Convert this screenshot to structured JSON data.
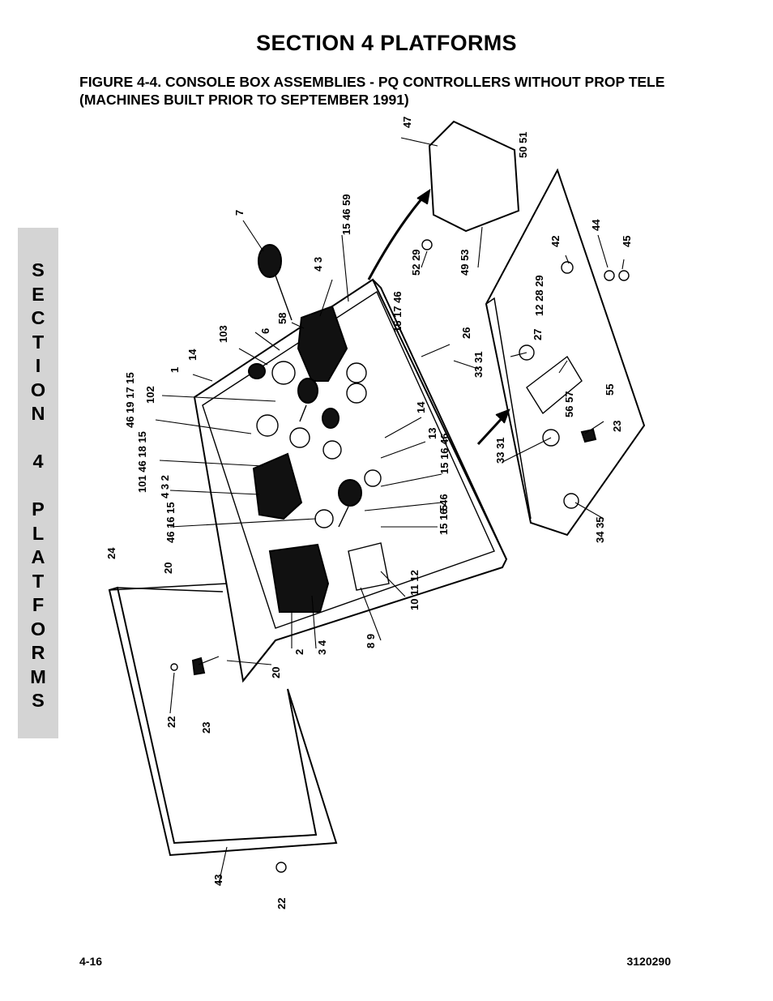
{
  "header": {
    "section_title": "SECTION 4  PLATFORMS",
    "figure_caption": "FIGURE 4-4.    CONSOLE BOX ASSEMBLIES - PQ CONTROLLERS WITHOUT PROP TELE (MACHINES BUILT PRIOR TO SEPTEMBER 1991)"
  },
  "side_tab": {
    "text": "S\nE\nC\nT\nI\nO\nN\n\n4\n\nP\nL\nA\nT\nF\nO\nR\nM\nS"
  },
  "drawing": {
    "callouts": [
      "47",
      "50 51",
      "15 46 59",
      "7",
      "4 3",
      "52 29",
      "49 53",
      "42",
      "44",
      "45",
      "58",
      "6",
      "103",
      "14",
      "1",
      "15 17 46",
      "26",
      "12 28 29",
      "27",
      "33 31",
      "55",
      "56 57",
      "102",
      "46 19 17 15",
      "14",
      "13",
      "23",
      "101 46 18 15",
      "4 3 2",
      "15 16 46",
      "5",
      "33 31",
      "46 16 15",
      "15 16 46",
      "34 35",
      "24",
      "20",
      "10 11 12",
      "8 9",
      "2",
      "3 4",
      "20",
      "22",
      "23",
      "43",
      "22"
    ]
  },
  "footer": {
    "page_number": "4-16",
    "doc_number": "3120290"
  }
}
